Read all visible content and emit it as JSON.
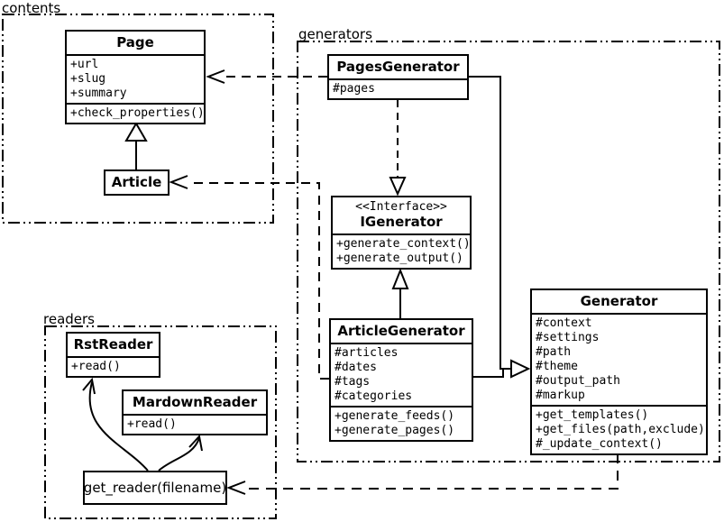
{
  "diagram_type": "uml-class-diagram",
  "colors": {
    "line": "#000000",
    "background": "#ffffff",
    "box_fill": "#ffffff"
  },
  "packages": {
    "contents": {
      "label": "contents"
    },
    "generators": {
      "label": "generators"
    },
    "readers": {
      "label": "readers"
    }
  },
  "classes": {
    "page": {
      "title": "Page",
      "attributes": [
        "+url",
        "+slug",
        "+summary"
      ],
      "methods": [
        "+check_properties()"
      ]
    },
    "article": {
      "title": "Article"
    },
    "pages_generator": {
      "title": "PagesGenerator",
      "attributes": [
        "#pages"
      ]
    },
    "igenerator": {
      "stereotype": "<<Interface>>",
      "title": "IGenerator",
      "methods": [
        "+generate_context()",
        "+generate_output()"
      ]
    },
    "article_generator": {
      "title": "ArticleGenerator",
      "attributes": [
        "#articles",
        "#dates",
        "#tags",
        "#categories"
      ],
      "methods": [
        "+generate_feeds()",
        "+generate_pages()"
      ]
    },
    "generator": {
      "title": "Generator",
      "attributes": [
        "#context",
        "#settings",
        "#path",
        "#theme",
        "#output_path",
        "#markup"
      ],
      "methods": [
        "+get_templates()",
        "+get_files(path,exclude)",
        "#_update_context()"
      ]
    },
    "rst_reader": {
      "title": "RstReader",
      "methods": [
        "+read()"
      ]
    },
    "mardown_reader": {
      "title": "MardownReader",
      "methods": [
        "+read()"
      ]
    },
    "get_reader": {
      "title": "get_reader(filename)"
    }
  },
  "relationships": [
    {
      "from": "Article",
      "to": "Page",
      "type": "inheritance"
    },
    {
      "from": "PagesGenerator",
      "to": "IGenerator",
      "type": "realization"
    },
    {
      "from": "ArticleGenerator",
      "to": "IGenerator",
      "type": "inheritance"
    },
    {
      "from": "PagesGenerator",
      "to": "Generator",
      "type": "inheritance"
    },
    {
      "from": "ArticleGenerator",
      "to": "Generator",
      "type": "inheritance"
    },
    {
      "from": "PagesGenerator",
      "to": "Page",
      "type": "dependency"
    },
    {
      "from": "ArticleGenerator",
      "to": "Article",
      "type": "dependency"
    },
    {
      "from": "Generator",
      "to": "get_reader(filename)",
      "type": "dependency"
    },
    {
      "from": "get_reader(filename)",
      "to": "RstReader",
      "type": "dependency"
    },
    {
      "from": "get_reader(filename)",
      "to": "MardownReader",
      "type": "dependency"
    }
  ]
}
